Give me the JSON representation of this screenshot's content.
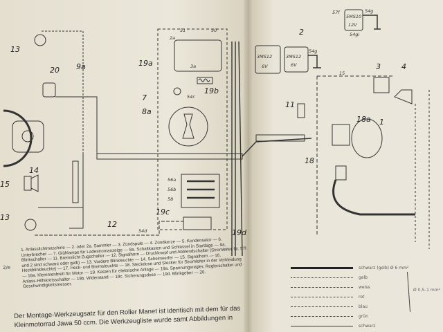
{
  "page_number": "2/e",
  "components": {
    "c13a": "13",
    "c20": "20",
    "c9a": "9a",
    "c14": "14",
    "c15": "15",
    "c13b": "13",
    "c19a": "19a",
    "c7": "7",
    "c19b": "19b",
    "c8a": "8a",
    "c19c": "19c",
    "c19d": "19d",
    "c12": "12",
    "c2": "2",
    "c11": "11",
    "c18": "18",
    "c18a": "18a",
    "c3": "3",
    "c4": "4",
    "c1": "1"
  },
  "parts": {
    "battery_12v_type": "5MS10",
    "battery_12v_volt": "12V",
    "battery_6v_a_type": "3MS12",
    "battery_6v_a_volt": "6V",
    "battery_6v_b_type": "3MS12",
    "battery_6v_b_volt": "6V"
  },
  "wire_codes": {
    "w57f": "57f",
    "w54g": "54g",
    "w54g2": "54g",
    "w54gi": "54gi",
    "w51": "51",
    "w50": "50",
    "w15": "15",
    "w54c": "54c",
    "w56a": "56a",
    "w56b": "56b",
    "w58": "58",
    "w54": "54d",
    "w2a": "2a",
    "w3a": "3a"
  },
  "caption": "1. Anlasslichtmaschine — 2. oder 2a. Sammler — 3. Zündspule — 4. Zündkerze — 5. Kondensator — 6. Unterbrecher — 7. Glühlampe für Ladestromanzeige — 8a. Schaltkasten und Schlüssel in Startlage — 9a. Blinkschalter — 11. Bremslicht-Zugschalter — 12. Signalhorn — Druckknopf und Abblendschalter (Stromleiter Nr. 57l und 2 sind schwarz oder gelb) — 13. Vordere Blinkleuchte — 14. Scheinwerfer — 15. Signalhorn — 16. Heckblinkleuchte) — 17. Heck- und Bremsleuchte — 18. Steckdose und Stecker für Stromleiter in der Verkleidung — 18a. Klemmenbrett für Motor — 19. Kasten für elektrische Anlage — 19a. Spannungsregler, Reglerschalter und Anlass-Hilfskreisschalter — 19b. Widerstand — 19c. Sicherungsdose — 19d. Blinkgeber — 20. Geschwindigkeitsmesser.",
  "body_text": "Der Montage-Werkzeugsatz für den Roller Manet ist identisch mit dem für das Kleinmotorrad Jawa 50 ccm. Die Werkzeugliste wurde samt Abbildungen in",
  "legend": {
    "items": [
      "schwarz (gelb) Ø 6 mm²",
      "gelb",
      "weiss",
      "rot",
      "blau",
      "grün",
      "schwarz"
    ],
    "size_note": "Ø 0,5–1 mm²"
  }
}
